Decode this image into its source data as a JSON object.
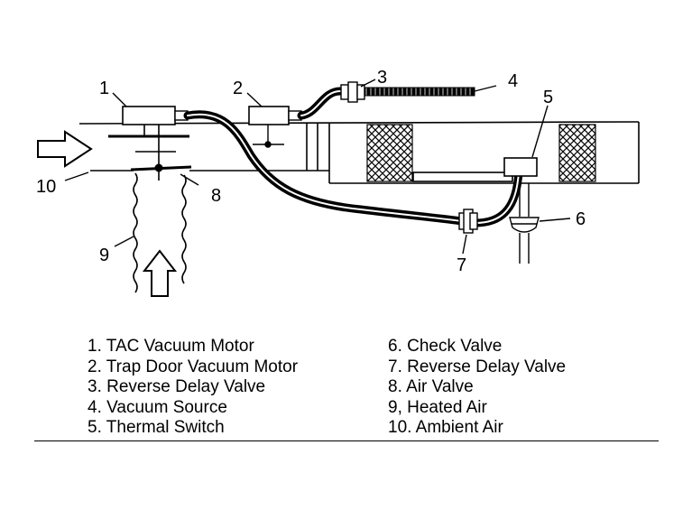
{
  "callouts": [
    "1",
    "2",
    "3",
    "4",
    "5",
    "6",
    "7",
    "8",
    "9",
    "10"
  ],
  "legend": {
    "left": [
      "1. TAC Vacuum Motor",
      "2. Trap Door Vacuum Motor",
      "3. Reverse Delay Valve",
      "4. Vacuum Source",
      "5. Thermal Switch"
    ],
    "right": [
      "6. Check Valve",
      "7. Reverse Delay Valve",
      "8. Air Valve",
      "9, Heated Air",
      "10. Ambient Air"
    ]
  }
}
